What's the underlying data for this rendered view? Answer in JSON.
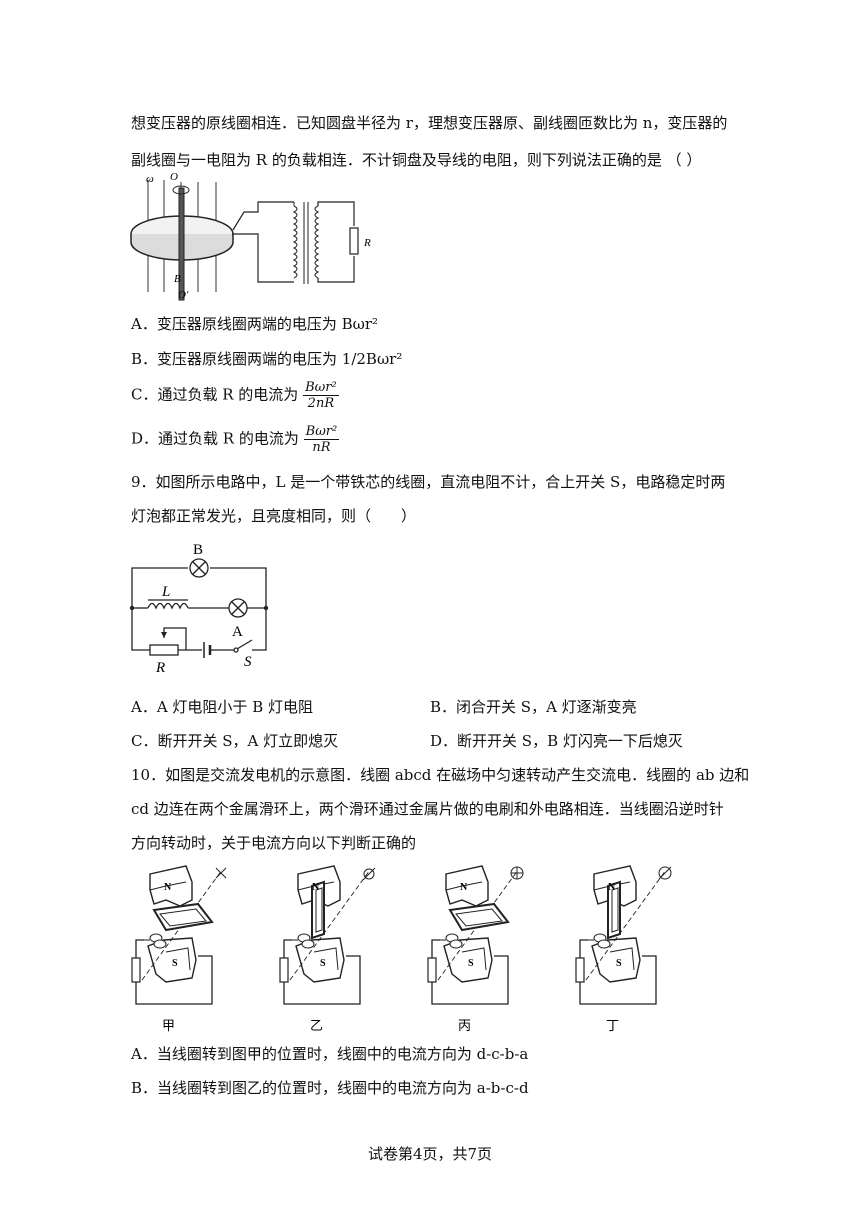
{
  "q8": {
    "line1": "想变压器的原线圈相连．已知圆盘半径为 r，理想变压器原、副线圈匝数比为 n，变压器的",
    "line2": "副线圈与一电阻为 R 的负载相连．不计铜盘及导线的电阻，则下列说法正确的是 （ ）",
    "figure_labels": {
      "omega": "ω",
      "O_top": "O",
      "O_bottom": "O′",
      "B": "B",
      "R": "R"
    },
    "options": {
      "A": "A．变压器原线圈两端的电压为 Bωr²",
      "B": "B．变压器原线圈两端的电压为 1/2Bωr²",
      "C_prefix": "C．通过负载 R 的电流为",
      "C_num": "Bωr²",
      "C_den": "2nR",
      "D_prefix": "D．通过负载 R 的电流为",
      "D_num": "Bωr²",
      "D_den": "nR"
    }
  },
  "q9": {
    "line1": "9．如图所示电路中，L 是一个带铁芯的线圈，直流电阻不计，合上开关 S，电路稳定时两",
    "line2": "灯泡都正常发光，且亮度相同，则（　　）",
    "figure_labels": {
      "B": "B",
      "L": "L",
      "A": "A",
      "R": "R",
      "S": "S"
    },
    "options": {
      "A": "A．A 灯电阻小于 B 灯电阻",
      "B": "B．闭合开关 S，A 灯逐渐变亮",
      "C": "C．断开开关 S，A 灯立即熄灭",
      "D": "D．断开开关 S，B 灯闪亮一下后熄灭"
    }
  },
  "q10": {
    "line1": "10．如图是交流发电机的示意图．线圈 abcd 在磁场中匀速转动产生交流电．线圈的 ab 边和",
    "line2": "cd 边连在两个金属滑环上，两个滑环通过金属片做的电刷和外电路相连．当线圈沿逆时针",
    "line3": "方向转动时，关于电流方向以下判断正确的",
    "figure_captions": [
      "甲",
      "乙",
      "丙",
      "丁"
    ],
    "figure_labels": {
      "N": "N",
      "S": "S"
    },
    "options": {
      "A": "A．当线圈转到图甲的位置时，线圈中的电流方向为 d-c-b-a",
      "B": "B．当线圈转到图乙的位置时，线圈中的电流方向为 a-b-c-d"
    }
  },
  "footer": "试卷第4页，共7页"
}
